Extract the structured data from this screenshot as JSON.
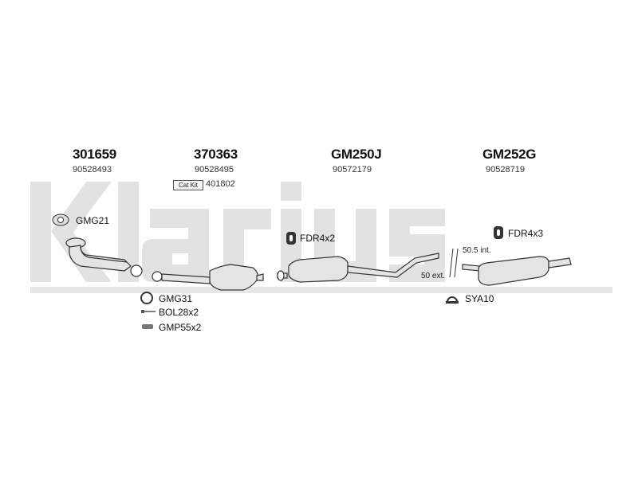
{
  "watermark": {
    "brand": "Klarius"
  },
  "parts": [
    {
      "part_no": "301659",
      "oem_no": "90528493"
    },
    {
      "part_no": "370363",
      "oem_no": "90528495",
      "cat_kit_label": "Cat Kit",
      "cat_kit_no": "401802"
    },
    {
      "part_no": "GM250J",
      "oem_no": "90572179"
    },
    {
      "part_no": "GM252G",
      "oem_no": "90528719"
    }
  ],
  "fittings": {
    "gmg21": "GMG21",
    "fdr4x2": "FDR4x2",
    "fdr4x3": "FDR4x3",
    "gmg31": "GMG31",
    "bol28x2": "BOL28x2",
    "gmp55x2": "GMP55x2",
    "sya10": "SYA10"
  },
  "notes": {
    "int": "50.5 int.",
    "ext": "50 ext."
  },
  "colors": {
    "watermark": "#dcdcdc",
    "line": "#333333",
    "fill": "#e0e0e0"
  }
}
